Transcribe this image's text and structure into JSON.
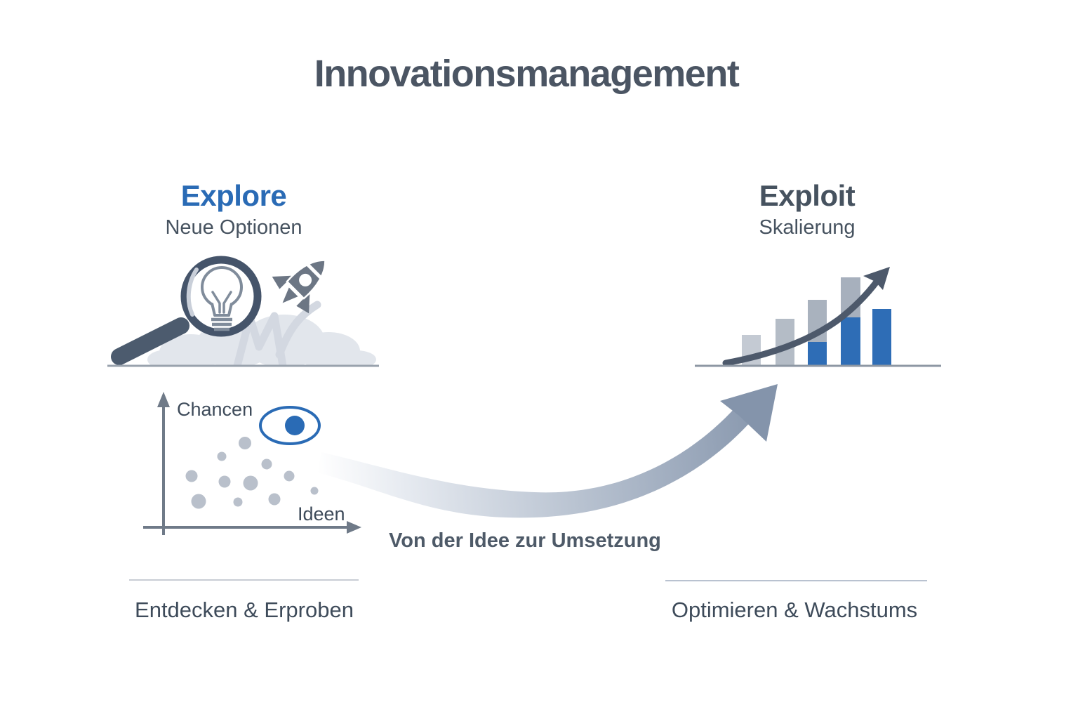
{
  "title": "Innovationsmanagement",
  "explore": {
    "heading": "Explore",
    "subheading": "Neue Optionen",
    "footer_label": "Entdecken & Erproben",
    "scatter": {
      "y_label": "Chancen",
      "x_label": "Ideen"
    },
    "icons": [
      "magnifier-icon",
      "lightbulb-icon",
      "rocket-icon",
      "launch-clouds-icon",
      "idea-scatter-plot-icon"
    ]
  },
  "exploit": {
    "heading": "Exploit",
    "subheading": "Skalierung",
    "footer_label": "Optimieren & Wachstums",
    "icons": [
      "growth-bar-chart-icon",
      "growth-curve-arrow-icon"
    ]
  },
  "transition": {
    "caption": "Von der Idee zur Umsetzung",
    "icons": [
      "swoosh-arrow-icon"
    ]
  },
  "colors": {
    "accent_blue": "#2a6bb5",
    "bar_blue": "#2e6db6",
    "title_gray": "#4b5563",
    "heading_gray": "#46525f",
    "dark_slate": "#45546a",
    "rocket_gray": "#6c7684",
    "dot_gray": "#b9c0cb",
    "cloud_gray": "#e2e6ec",
    "swoosh_end": "#8494ab"
  }
}
